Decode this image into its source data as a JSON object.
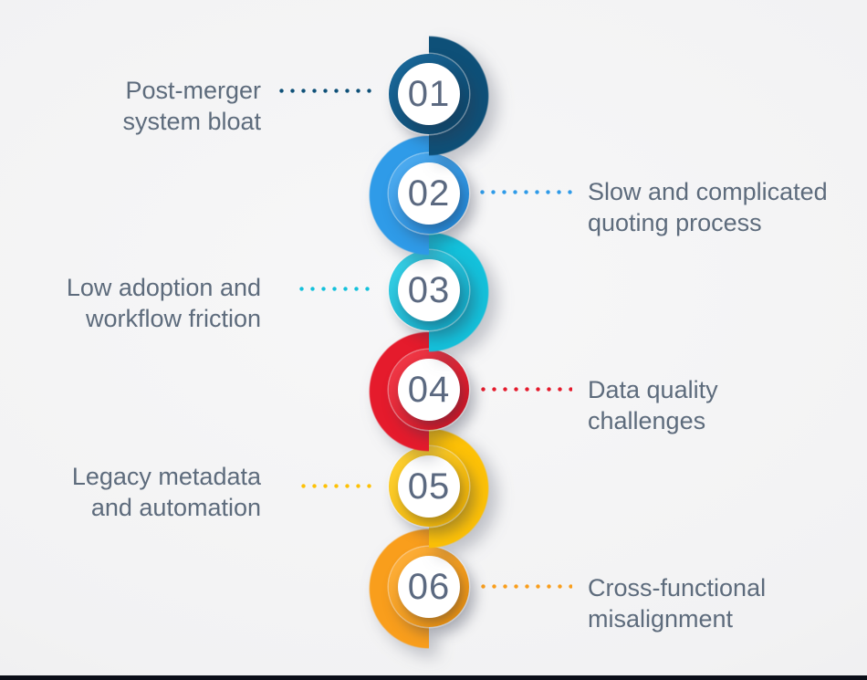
{
  "items": [
    {
      "number": "01",
      "label": {
        "line1": "Post-merger",
        "line2": "system bloat"
      },
      "side": "left",
      "color": "#0e5078"
    },
    {
      "number": "02",
      "label": {
        "line1": "Slow and complicated",
        "line2": "quoting process"
      },
      "side": "right",
      "color": "#2f9be8"
    },
    {
      "number": "03",
      "label": {
        "line1": "Low adoption and",
        "line2": "workflow friction"
      },
      "side": "left",
      "color": "#14c1db"
    },
    {
      "number": "04",
      "label": {
        "line1": "Data quality",
        "line2": "challenges"
      },
      "side": "right",
      "color": "#e51b2c"
    },
    {
      "number": "05",
      "label": {
        "line1": "Legacy metadata",
        "line2": "and automation"
      },
      "side": "left",
      "color": "#fdc107"
    },
    {
      "number": "06",
      "label": {
        "line1": "Cross-functional",
        "line2": "misalignment"
      },
      "side": "right",
      "color": "#f99e1c"
    }
  ],
  "colors": {
    "background": "#f2f2f3",
    "label_text": "#5d6b7c",
    "number_text": "#5b6980",
    "footer_bar": "#0b0e18"
  }
}
